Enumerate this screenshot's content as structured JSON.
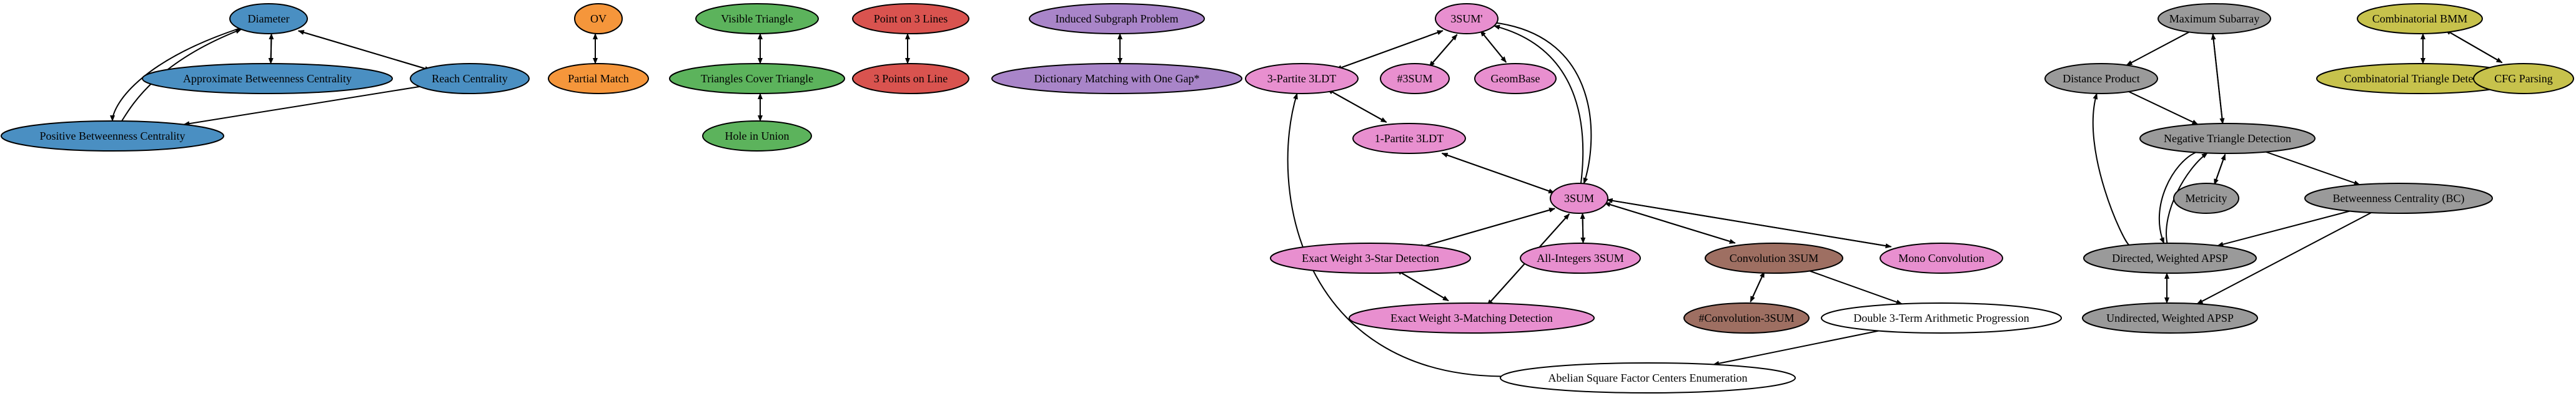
{
  "colors": {
    "blue": "#4a8fc2",
    "orange": "#f5963b",
    "green": "#5cb35c",
    "red": "#d9534f",
    "purple": "#a985c9",
    "pink": "#e88fcf",
    "brown": "#9e6f62",
    "gray": "#9a9a9a",
    "olive": "#c7c24c",
    "white": "#ffffff",
    "edge": "#000000"
  },
  "nodes": [
    {
      "id": "diameter",
      "label": "Diameter",
      "color": "blue"
    },
    {
      "id": "approx_bc",
      "label": "Approximate Betweenness Centrality",
      "color": "blue"
    },
    {
      "id": "reach_centrality",
      "label": "Reach Centrality",
      "color": "blue"
    },
    {
      "id": "positive_bc",
      "label": "Positive Betweenness Centrality",
      "color": "blue"
    },
    {
      "id": "ov",
      "label": "OV",
      "color": "orange"
    },
    {
      "id": "partial_match",
      "label": "Partial Match",
      "color": "orange"
    },
    {
      "id": "visible_triangle",
      "label": "Visible Triangle",
      "color": "green"
    },
    {
      "id": "triangles_cover",
      "label": "Triangles Cover Triangle",
      "color": "green"
    },
    {
      "id": "hole_in_union",
      "label": "Hole in Union",
      "color": "green"
    },
    {
      "id": "point_on_3_lines",
      "label": "Point on 3 Lines",
      "color": "red"
    },
    {
      "id": "three_points_on_line",
      "label": "3 Points on Line",
      "color": "red"
    },
    {
      "id": "induced_subgraph",
      "label": "Induced Subgraph Problem",
      "color": "purple"
    },
    {
      "id": "dict_matching",
      "label": "Dictionary Matching with One Gap*",
      "color": "purple"
    },
    {
      "id": "threesum_prime",
      "label": "3SUM'",
      "color": "pink"
    },
    {
      "id": "three_partite_3ldt",
      "label": "3-Partite 3LDT",
      "color": "pink"
    },
    {
      "id": "sharp_3sum",
      "label": "#3SUM",
      "color": "pink"
    },
    {
      "id": "geombase",
      "label": "GeomBase",
      "color": "pink"
    },
    {
      "id": "one_partite_3ldt",
      "label": "1-Partite 3LDT",
      "color": "pink"
    },
    {
      "id": "threesum",
      "label": "3SUM",
      "color": "pink"
    },
    {
      "id": "exact_weight_star",
      "label": "Exact Weight 3-Star Detection",
      "color": "pink"
    },
    {
      "id": "all_integers_3sum",
      "label": "All-Integers 3SUM",
      "color": "pink"
    },
    {
      "id": "convolution_3sum",
      "label": "Convolution 3SUM",
      "color": "brown"
    },
    {
      "id": "mono_convolution",
      "label": "Mono Convolution",
      "color": "pink"
    },
    {
      "id": "exact_weight_matching",
      "label": "Exact Weight 3-Matching Detection",
      "color": "pink"
    },
    {
      "id": "sharp_convolution_3sum",
      "label": "#Convolution-3SUM",
      "color": "brown"
    },
    {
      "id": "double_3term",
      "label": "Double 3-Term Arithmetic Progression",
      "color": "white"
    },
    {
      "id": "abelian_square",
      "label": "Abelian Square Factor Centers Enumeration",
      "color": "white"
    },
    {
      "id": "max_subarray",
      "label": "Maximum Subarray",
      "color": "gray"
    },
    {
      "id": "distance_product",
      "label": "Distance Product",
      "color": "gray"
    },
    {
      "id": "neg_triangle",
      "label": "Negative Triangle Detection",
      "color": "gray"
    },
    {
      "id": "metricity",
      "label": "Metricity",
      "color": "gray"
    },
    {
      "id": "betweenness_bc",
      "label": "Betweenness Centrality (BC)",
      "color": "gray"
    },
    {
      "id": "directed_apsp",
      "label": "Directed, Weighted APSP",
      "color": "gray"
    },
    {
      "id": "undirected_apsp",
      "label": "Undirected, Weighted APSP",
      "color": "gray"
    },
    {
      "id": "combinatorial_bmm",
      "label": "Combinatorial BMM",
      "color": "olive"
    },
    {
      "id": "comb_triangle",
      "label": "Combinatorial Triangle Detection",
      "color": "olive"
    },
    {
      "id": "cfg_parsing",
      "label": "CFG Parsing",
      "color": "olive"
    }
  ],
  "edges": [
    {
      "from": "diameter",
      "to": "approx_bc"
    },
    {
      "from": "approx_bc",
      "to": "diameter"
    },
    {
      "from": "diameter",
      "to": "reach_centrality"
    },
    {
      "from": "reach_centrality",
      "to": "diameter"
    },
    {
      "from": "diameter",
      "to": "positive_bc"
    },
    {
      "from": "positive_bc",
      "to": "diameter"
    },
    {
      "from": "reach_centrality",
      "to": "positive_bc"
    },
    {
      "from": "ov",
      "to": "partial_match"
    },
    {
      "from": "partial_match",
      "to": "ov"
    },
    {
      "from": "visible_triangle",
      "to": "triangles_cover"
    },
    {
      "from": "triangles_cover",
      "to": "visible_triangle"
    },
    {
      "from": "triangles_cover",
      "to": "hole_in_union"
    },
    {
      "from": "hole_in_union",
      "to": "triangles_cover"
    },
    {
      "from": "point_on_3_lines",
      "to": "three_points_on_line"
    },
    {
      "from": "three_points_on_line",
      "to": "point_on_3_lines"
    },
    {
      "from": "induced_subgraph",
      "to": "dict_matching"
    },
    {
      "from": "dict_matching",
      "to": "induced_subgraph"
    },
    {
      "from": "threesum_prime",
      "to": "three_partite_3ldt"
    },
    {
      "from": "three_partite_3ldt",
      "to": "threesum_prime"
    },
    {
      "from": "threesum_prime",
      "to": "sharp_3sum"
    },
    {
      "from": "sharp_3sum",
      "to": "threesum_prime"
    },
    {
      "from": "threesum_prime",
      "to": "geombase"
    },
    {
      "from": "geombase",
      "to": "threesum_prime"
    },
    {
      "from": "threesum_prime",
      "to": "threesum"
    },
    {
      "from": "threesum",
      "to": "threesum_prime"
    },
    {
      "from": "three_partite_3ldt",
      "to": "one_partite_3ldt"
    },
    {
      "from": "one_partite_3ldt",
      "to": "three_partite_3ldt"
    },
    {
      "from": "one_partite_3ldt",
      "to": "threesum"
    },
    {
      "from": "threesum",
      "to": "one_partite_3ldt"
    },
    {
      "from": "threesum",
      "to": "exact_weight_star"
    },
    {
      "from": "exact_weight_star",
      "to": "threesum"
    },
    {
      "from": "threesum",
      "to": "all_integers_3sum"
    },
    {
      "from": "all_integers_3sum",
      "to": "threesum"
    },
    {
      "from": "threesum",
      "to": "convolution_3sum"
    },
    {
      "from": "convolution_3sum",
      "to": "threesum"
    },
    {
      "from": "threesum",
      "to": "mono_convolution"
    },
    {
      "from": "mono_convolution",
      "to": "threesum"
    },
    {
      "from": "threesum",
      "to": "exact_weight_matching"
    },
    {
      "from": "exact_weight_matching",
      "to": "threesum"
    },
    {
      "from": "exact_weight_star",
      "to": "exact_weight_matching"
    },
    {
      "from": "exact_weight_matching",
      "to": "exact_weight_star"
    },
    {
      "from": "convolution_3sum",
      "to": "sharp_convolution_3sum"
    },
    {
      "from": "sharp_convolution_3sum",
      "to": "convolution_3sum"
    },
    {
      "from": "convolution_3sum",
      "to": "double_3term"
    },
    {
      "from": "double_3term",
      "to": "abelian_square"
    },
    {
      "from": "abelian_square",
      "to": "three_partite_3ldt"
    },
    {
      "from": "max_subarray",
      "to": "distance_product"
    },
    {
      "from": "max_subarray",
      "to": "neg_triangle"
    },
    {
      "from": "neg_triangle",
      "to": "max_subarray"
    },
    {
      "from": "distance_product",
      "to": "neg_triangle"
    },
    {
      "from": "neg_triangle",
      "to": "metricity"
    },
    {
      "from": "metricity",
      "to": "neg_triangle"
    },
    {
      "from": "neg_triangle",
      "to": "betweenness_bc"
    },
    {
      "from": "neg_triangle",
      "to": "directed_apsp"
    },
    {
      "from": "directed_apsp",
      "to": "neg_triangle"
    },
    {
      "from": "directed_apsp",
      "to": "distance_product"
    },
    {
      "from": "betweenness_bc",
      "to": "directed_apsp"
    },
    {
      "from": "betweenness_bc",
      "to": "undirected_apsp"
    },
    {
      "from": "directed_apsp",
      "to": "undirected_apsp"
    },
    {
      "from": "undirected_apsp",
      "to": "directed_apsp"
    },
    {
      "from": "combinatorial_bmm",
      "to": "comb_triangle"
    },
    {
      "from": "comb_triangle",
      "to": "combinatorial_bmm"
    },
    {
      "from": "combinatorial_bmm",
      "to": "cfg_parsing"
    },
    {
      "from": "cfg_parsing",
      "to": "combinatorial_bmm"
    }
  ]
}
